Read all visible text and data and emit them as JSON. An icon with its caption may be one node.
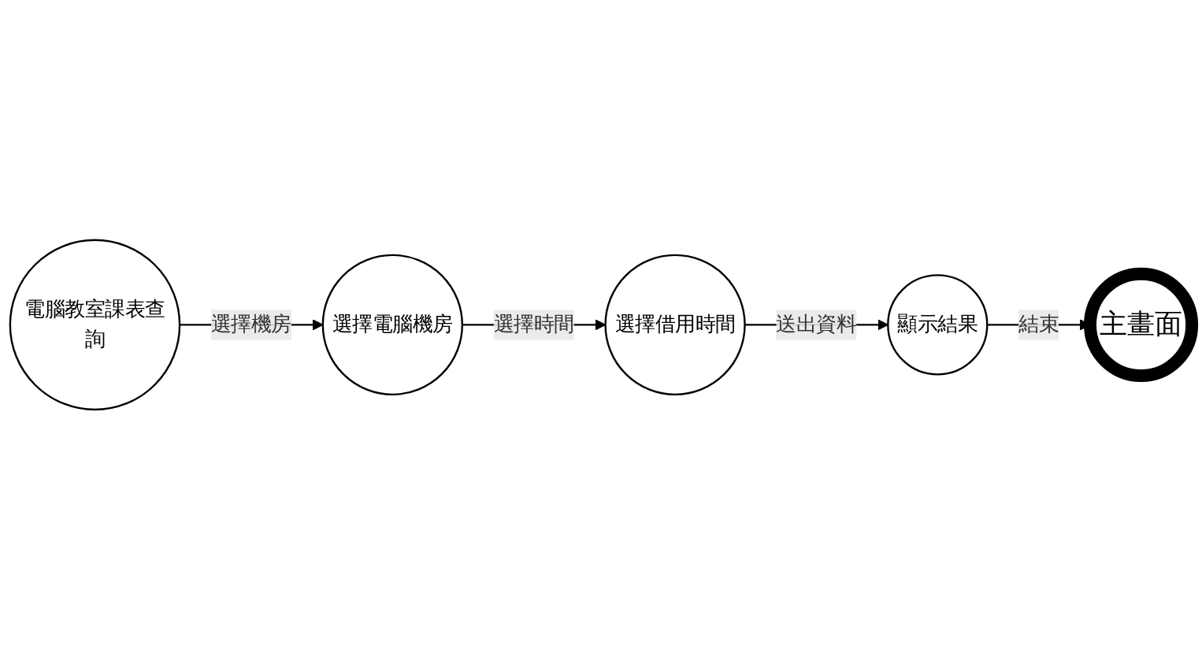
{
  "diagram": {
    "nodes": [
      {
        "text": [
          "電腦教室課表查詢"
        ]
      },
      {
        "text": [
          "選擇電腦機房"
        ]
      },
      {
        "text": [
          "選擇借用時間"
        ]
      },
      {
        "text": [
          "顯示結果"
        ]
      },
      {
        "text": [
          "主畫面"
        ]
      }
    ],
    "edges": [
      {
        "from": 0,
        "to": 1,
        "arrow": "to",
        "label": "選擇機房"
      },
      {
        "from": 1,
        "to": 2,
        "arrow": "to",
        "label": "選擇時間"
      },
      {
        "from": 2,
        "to": 3,
        "arrow": "to",
        "label": "送出資料"
      },
      {
        "from": 3,
        "to": 4,
        "arrow": "to",
        "label": "結束"
      }
    ]
  }
}
